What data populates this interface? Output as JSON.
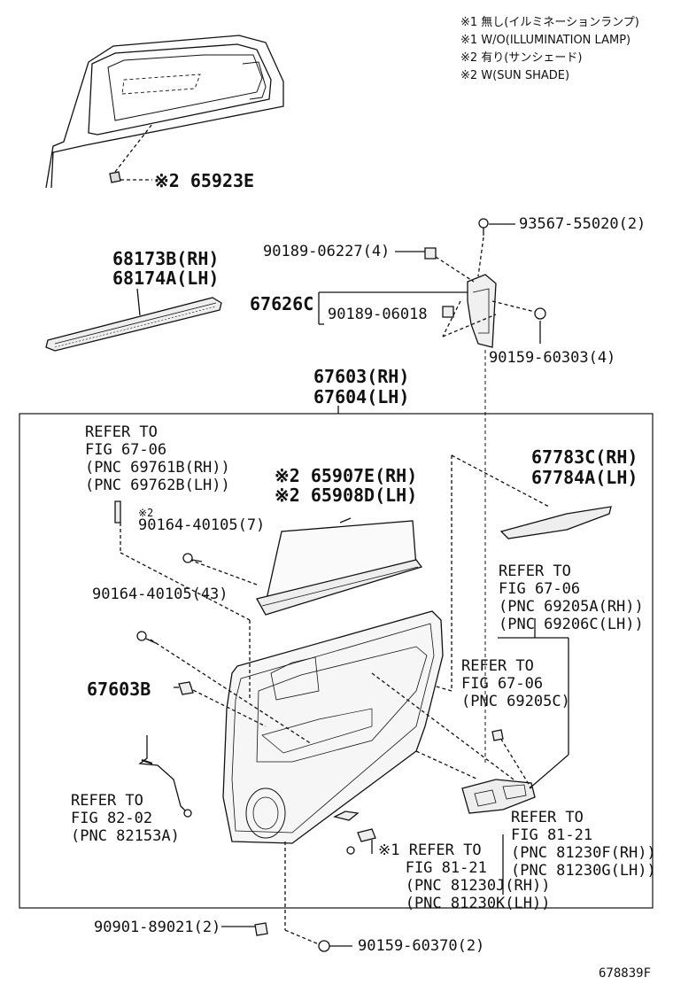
{
  "legend": [
    "※1 無し(イルミネーションランプ)",
    "※1 W/O(ILLUMINATION LAMP)",
    "※2 有り(サンシェード)",
    "※2 W(SUN SHADE)"
  ],
  "parts": {
    "p65923E": "※2 65923E",
    "p93567": "93567-55020(2)",
    "p90189_06227": "90189-06227(4)",
    "p68173B": "68173B(RH)",
    "p68174A": "68174A(LH)",
    "p67626C": "67626C",
    "p90189_06018": "90189-06018",
    "p90159_60303": "90159-60303(4)",
    "p67603": "67603(RH)",
    "p67604": "67604(LH)",
    "p65907E": "※2 65907E(RH)",
    "p65908D": "※2 65908D(LH)",
    "p90164_7_mark": "※2",
    "p90164_7": "90164-40105(7)",
    "p67783C": "67783C(RH)",
    "p67784A": "67784A(LH)",
    "p90164_43": "90164-40105(43)",
    "p67603B": "67603B",
    "p90901": "90901-89021(2)",
    "p90159_60370": "90159-60370(2)"
  },
  "refs": {
    "r1": "REFER TO\nFIG 67-06\n(PNC 69761B(RH))\n(PNC 69762B(LH))",
    "r2": "REFER TO\nFIG 67-06\n(PNC 69205A(RH))\n(PNC 69206C(LH))",
    "r3": "REFER TO\nFIG 67-06\n(PNC 69205C)",
    "r4": "REFER TO\nFIG 82-02\n(PNC 82153A)",
    "r5": "REFER TO\nFIG 81-21\n(PNC 81230F(RH))\n(PNC 81230G(LH))",
    "r6": "※1 REFER TO\n   FIG 81-21\n   (PNC 81230J(RH))\n   (PNC 81230K(LH))"
  },
  "figure_code": "678839F"
}
